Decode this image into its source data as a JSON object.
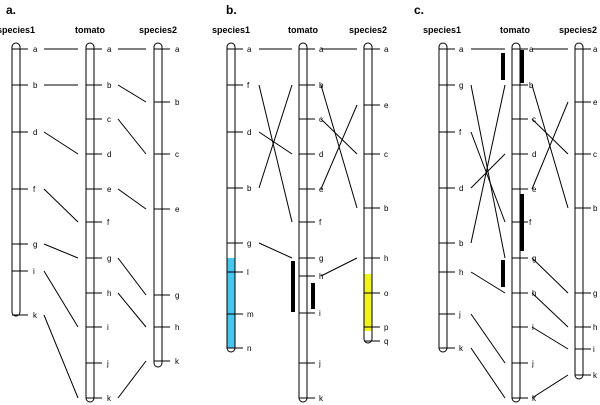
{
  "panels": [
    {
      "label": "a.",
      "columns": [
        {
          "name": "species1",
          "markers": [
            "a",
            "b",
            "d",
            "f",
            "g",
            "i",
            "k"
          ]
        },
        {
          "name": "tomato",
          "markers": [
            "a",
            "b",
            "c",
            "d",
            "e",
            "f",
            "g",
            "h",
            "i",
            "j",
            "k"
          ]
        },
        {
          "name": "species2",
          "markers": [
            "a",
            "b",
            "c",
            "e",
            "g",
            "h",
            "k"
          ]
        }
      ]
    },
    {
      "label": "b.",
      "columns": [
        {
          "name": "species1",
          "markers": [
            "a",
            "f",
            "d",
            "b",
            "g",
            "l",
            "m",
            "n"
          ]
        },
        {
          "name": "tomato",
          "markers": [
            "a",
            "b",
            "c",
            "d",
            "e",
            "f",
            "g",
            "h",
            "i",
            "j",
            "k"
          ]
        },
        {
          "name": "species2",
          "markers": [
            "a",
            "e",
            "c",
            "b",
            "h",
            "o",
            "p",
            "q"
          ]
        }
      ]
    },
    {
      "label": "c.",
      "columns": [
        {
          "name": "species1",
          "markers": [
            "a",
            "g",
            "f",
            "d",
            "b",
            "h",
            "j",
            "k"
          ]
        },
        {
          "name": "tomato",
          "markers": [
            "a",
            "b",
            "c",
            "d",
            "e",
            "f",
            "g",
            "h",
            "i",
            "j",
            "k"
          ]
        },
        {
          "name": "species2",
          "markers": [
            "a",
            "e",
            "c",
            "b",
            "g",
            "h",
            "i",
            "k"
          ]
        }
      ]
    }
  ],
  "colors": {
    "line": "#000000",
    "cyan_region": "#47c6ee",
    "yellow_region": "#f2f21c"
  }
}
